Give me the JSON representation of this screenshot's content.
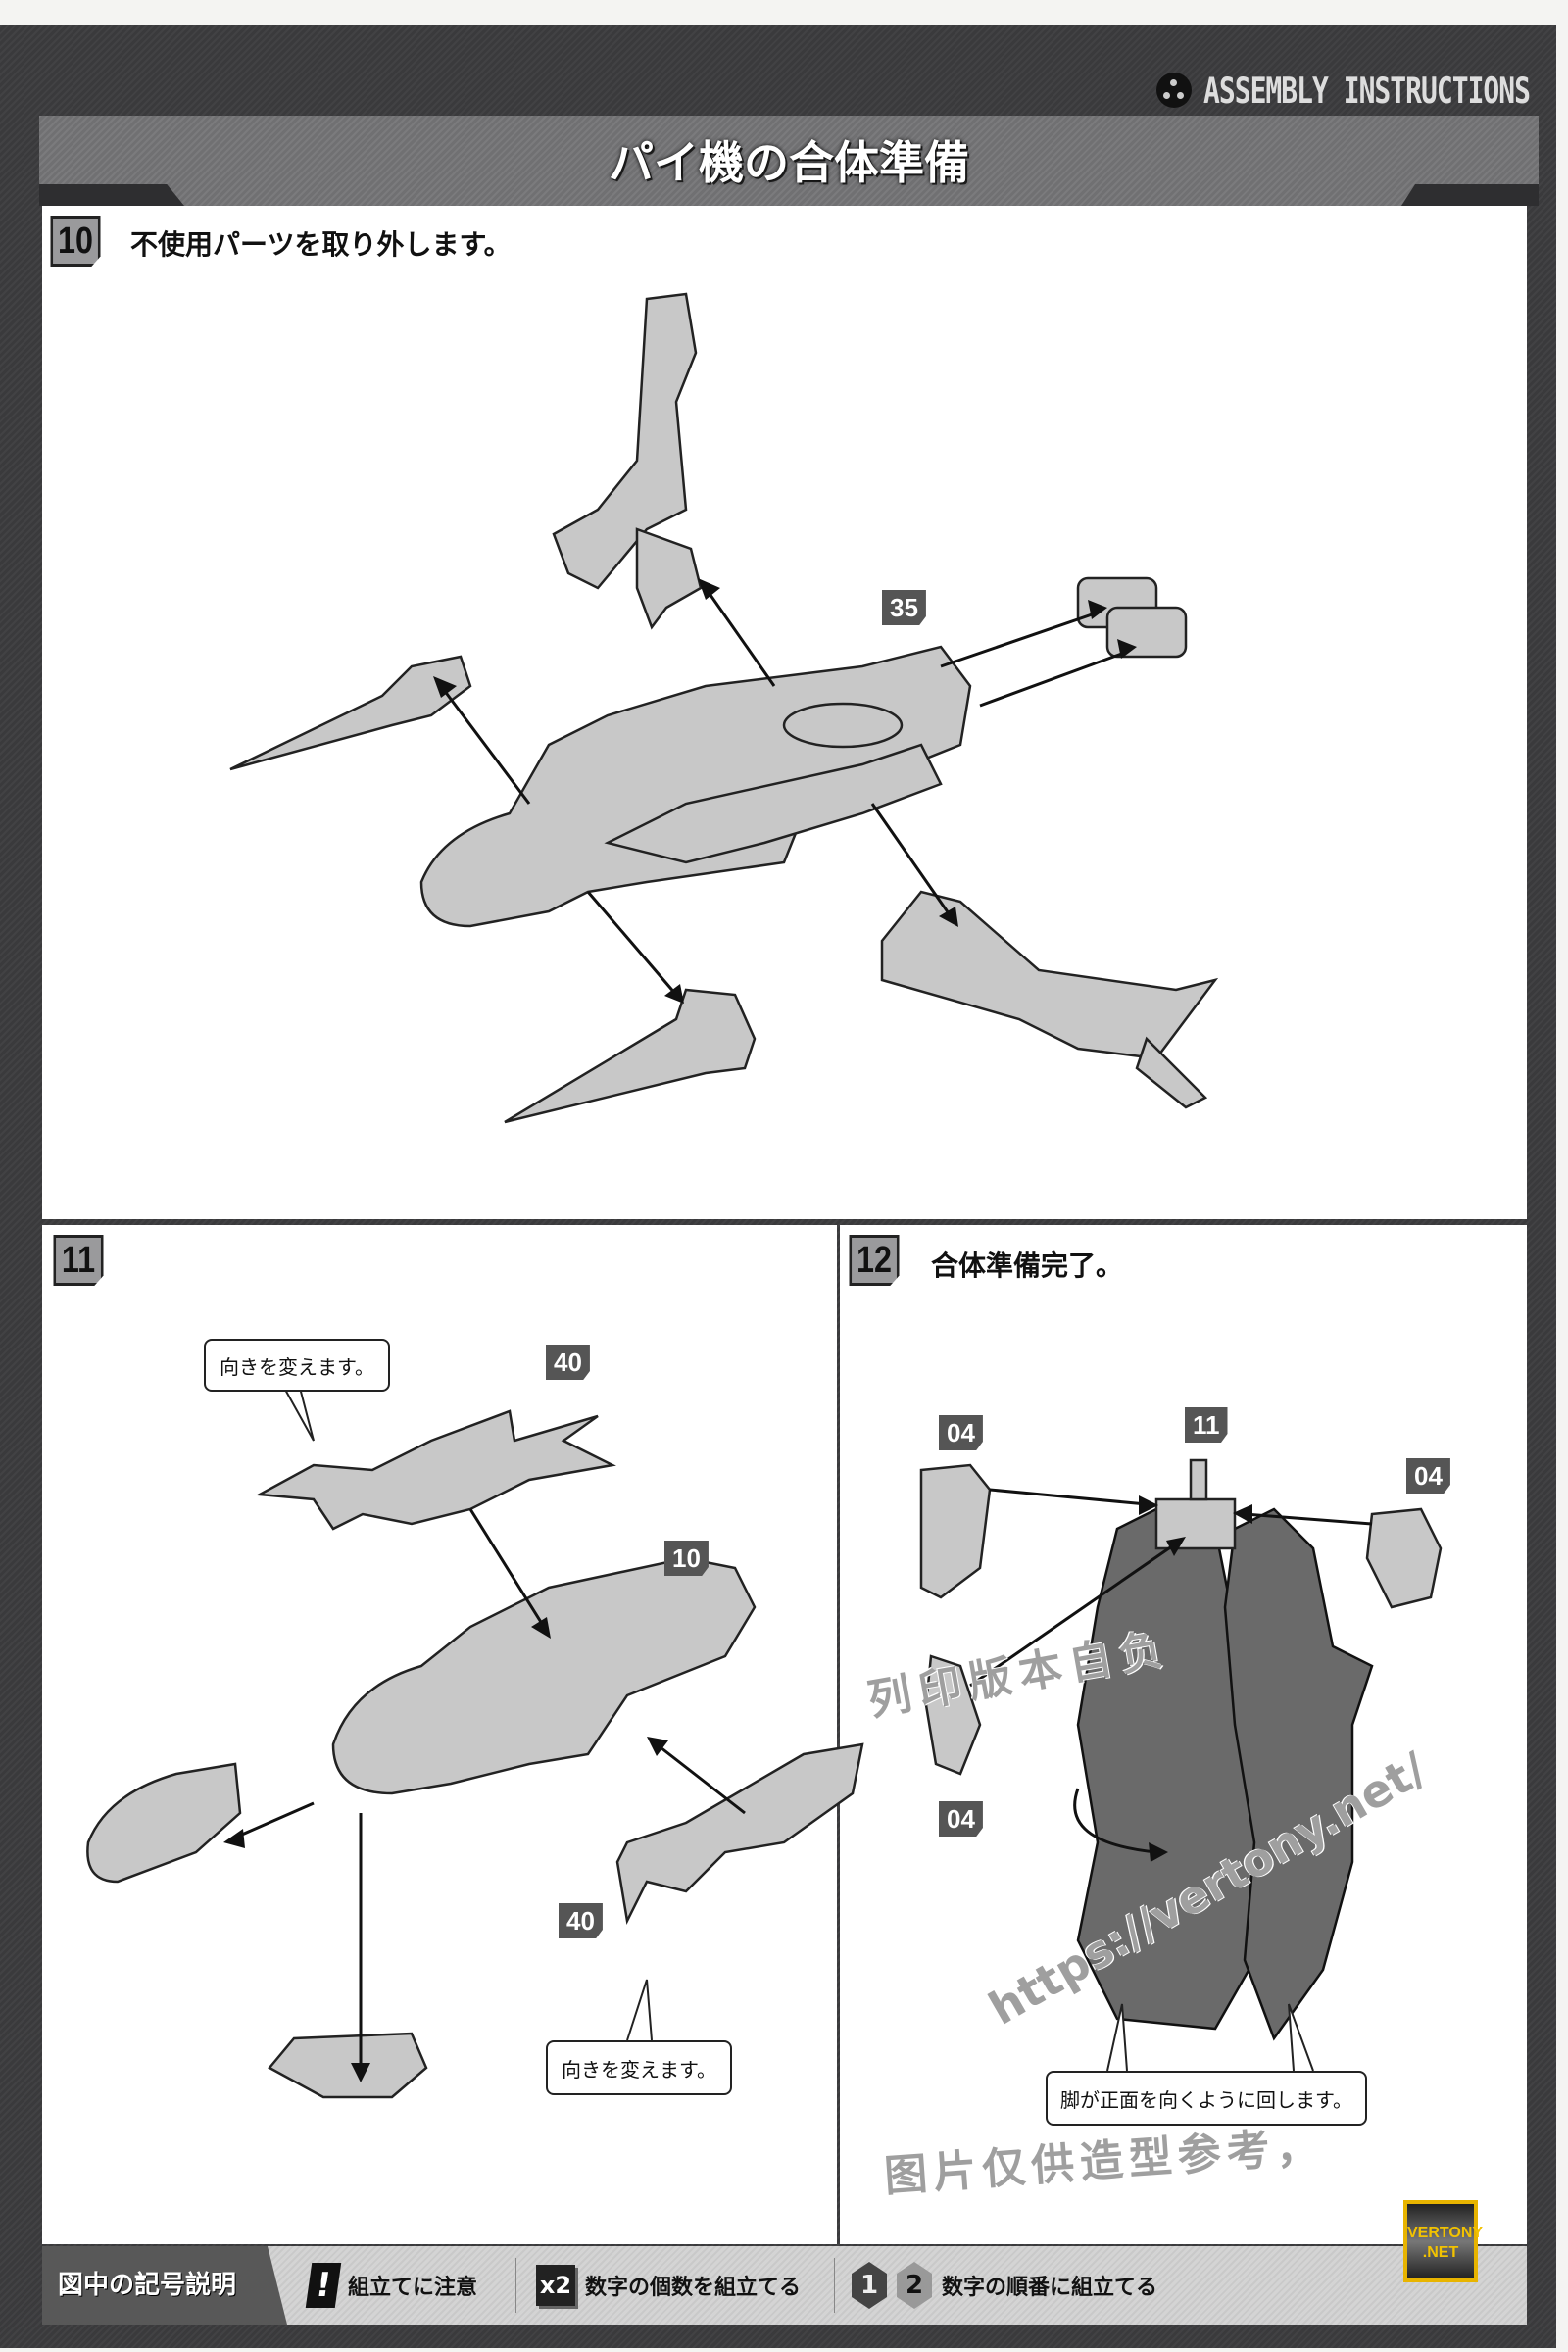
{
  "header": {
    "brand": "ASSEMBLY INSTRUCTIONS",
    "title": "パイ機の合体準備"
  },
  "steps": [
    {
      "number": "10",
      "text": "不使用パーツを取り外します。",
      "parts": [
        "35"
      ]
    },
    {
      "number": "11",
      "text": "",
      "parts": [
        "40",
        "10",
        "40"
      ],
      "callouts": [
        "向きを変えます。",
        "向きを変えます。"
      ]
    },
    {
      "number": "12",
      "text": "合体準備完了。",
      "parts": [
        "04",
        "11",
        "04",
        "04"
      ],
      "callouts": [
        "脚が正面を向くように回します。"
      ]
    }
  ],
  "legend": {
    "heading": "図中の記号説明",
    "items": [
      {
        "icon": "exclamation-icon",
        "symbol": "!",
        "label": "組立てに注意"
      },
      {
        "icon": "multiply-icon",
        "symbol": "x2",
        "label": "数字の個数を組立てる"
      },
      {
        "icon": "order-icon",
        "symbols": [
          "1",
          "2"
        ],
        "label": "数字の順番に組立てる"
      }
    ]
  },
  "watermark": {
    "url": "https://vertony.net/",
    "line1": "图片仅供造型参考，",
    "line2": "列印版本自负",
    "badge": [
      "VERTONY",
      ".NET"
    ]
  },
  "colors": {
    "frame": "#3a3a3c",
    "titlebar": "#707072",
    "parts": "#c8c8c8",
    "dark_parts": "#6a6a6a",
    "badge": "#e8b400"
  }
}
